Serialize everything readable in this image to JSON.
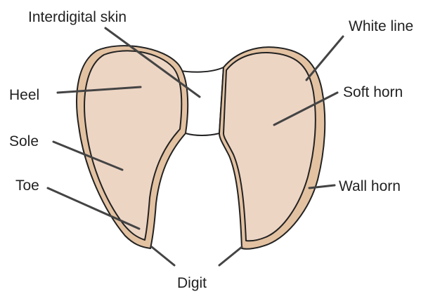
{
  "labels": {
    "interdigital_skin": "Interdigital skin",
    "white_line": "White line",
    "heel": "Heel",
    "soft_horn": "Soft horn",
    "sole": "Sole",
    "toe": "Toe",
    "wall_horn": "Wall horn",
    "digit": "Digit"
  },
  "colors": {
    "sole_fill": "#EDD5C4",
    "wall_fill": "#E3C2A2",
    "skin_fill": "#FFFFFF",
    "outline": "#222222",
    "leader_line": "#444444",
    "text": "#222222"
  }
}
